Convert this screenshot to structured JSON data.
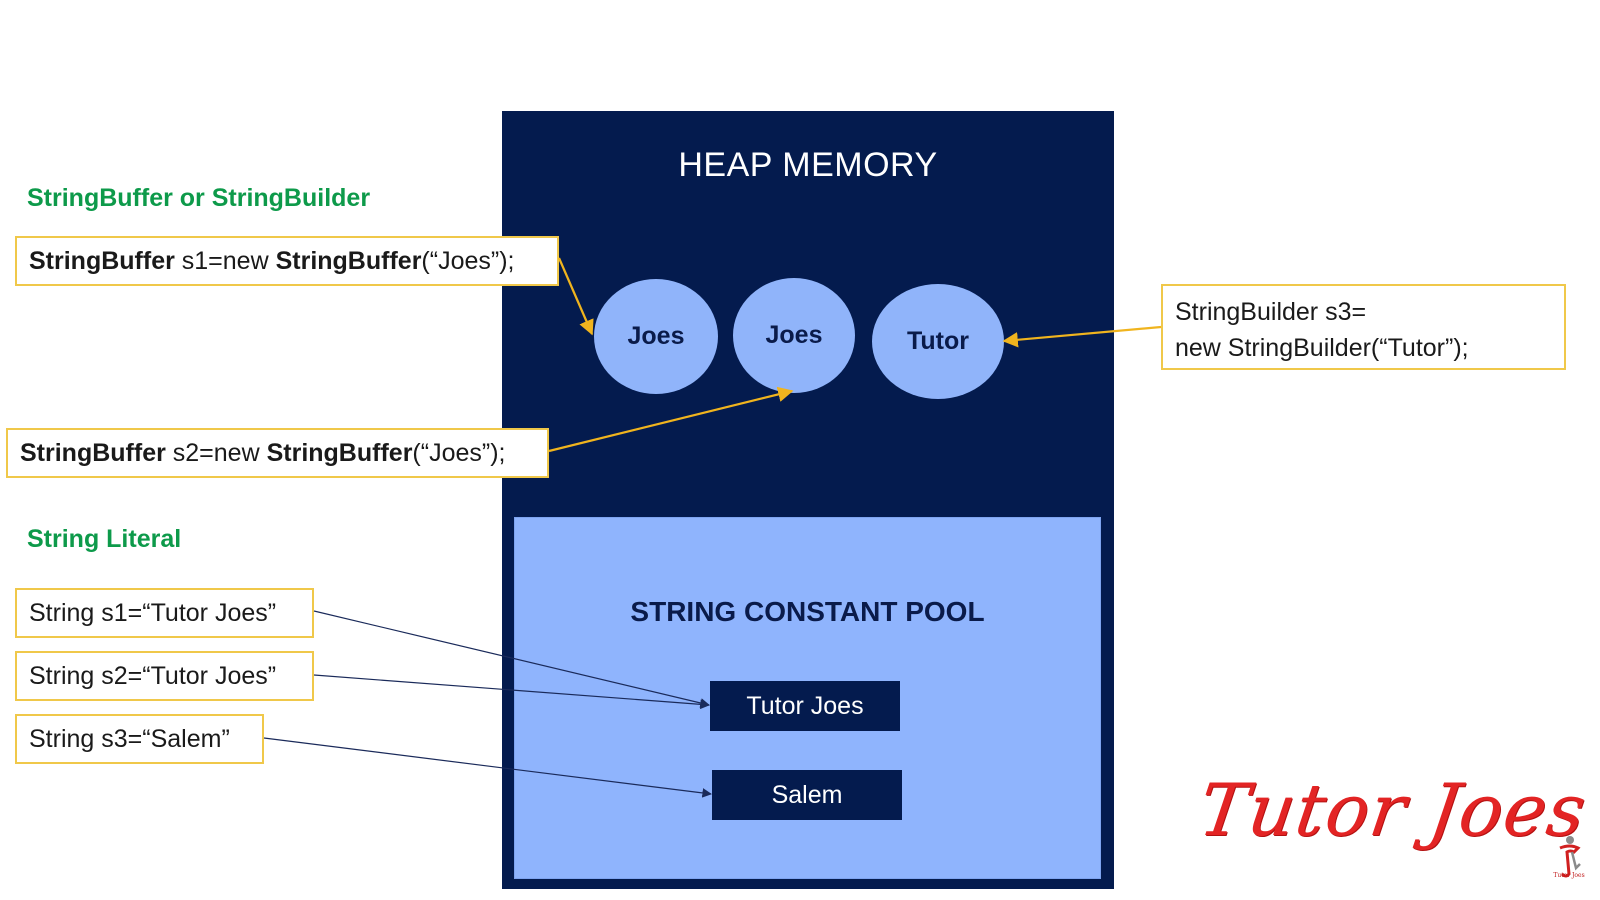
{
  "headings": {
    "buffer_builder": "StringBuffer or StringBuilder",
    "literal": "String Literal"
  },
  "code": {
    "s1_buffer": {
      "kw1": "StringBuffer",
      "mid": " s1=new ",
      "kw2": "StringBuffer",
      "tail": "(“Joes”);"
    },
    "s2_buffer": {
      "kw1": "StringBuffer",
      "mid": " s2=new ",
      "kw2": "StringBuffer",
      "tail": "(“Joes”);"
    },
    "s3_builder": {
      "line1": "StringBuilder s3=",
      "line2": "new StringBuilder(“Tutor”);"
    },
    "lit_s1": "String s1=“Tutor Joes”",
    "lit_s2": "String s2=“Tutor Joes”",
    "lit_s3": "String s3=“Salem”"
  },
  "heap": {
    "title": "HEAP MEMORY",
    "objects": [
      "Joes",
      "Joes",
      "Tutor"
    ]
  },
  "pool": {
    "title": "STRING CONSTANT POOL",
    "items": [
      "Tutor Joes",
      "Salem"
    ]
  },
  "brand": {
    "logo_text": "Tutor Joes",
    "mini_caption": "Tutor Joes"
  },
  "colors": {
    "heading_green": "#0d9a4a",
    "box_border": "#f0c84a",
    "heap_bg": "#041b4e",
    "object_fill": "#90b4fa",
    "pool_bg": "#8fb4fd",
    "arrow_yellow": "#f0b41e",
    "arrow_navy": "#1a2a5a",
    "brand_red": "#e32424"
  }
}
